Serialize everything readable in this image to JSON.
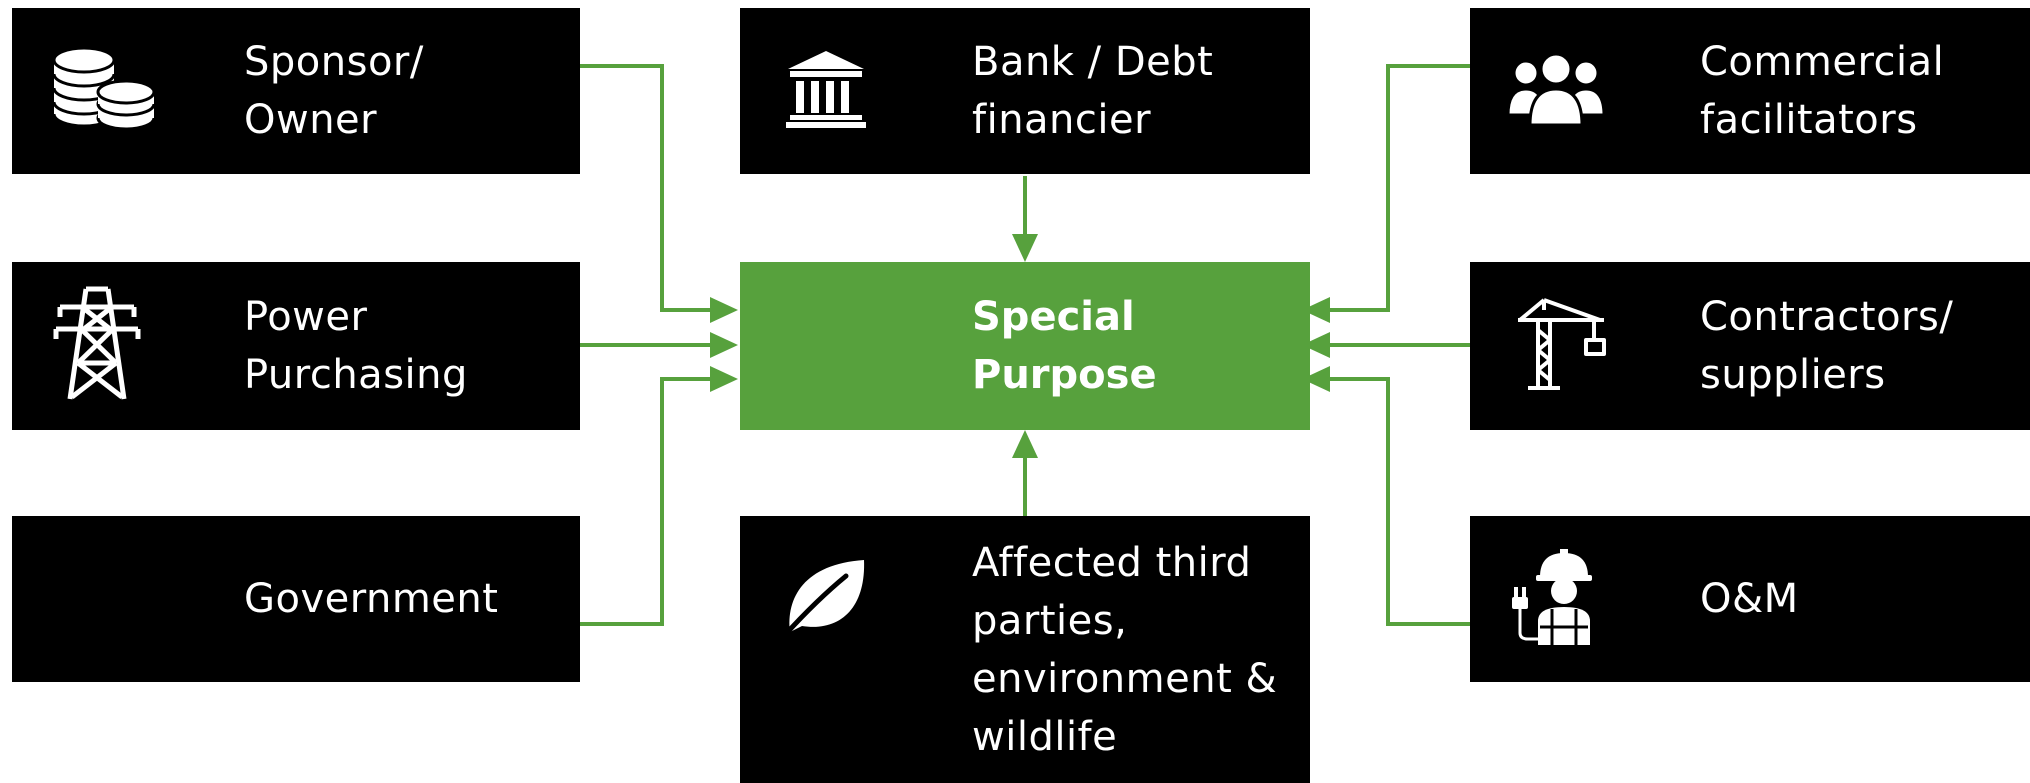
{
  "nodes": {
    "sponsor": {
      "line1": "Sponsor/",
      "line2": "Owner",
      "icon": "coins-icon"
    },
    "bank": {
      "line1": "Bank / Debt",
      "line2": "financier",
      "icon": "bank-icon"
    },
    "commercial": {
      "line1": "Commercial",
      "line2": "facilitators",
      "icon": "people-group-icon"
    },
    "power": {
      "line1": "Power",
      "line2": "Purchasing",
      "icon": "transmission-tower-icon"
    },
    "center": {
      "line1": "Special",
      "line2": "Purpose"
    },
    "contractors": {
      "line1": "Contractors/",
      "line2": "suppliers",
      "icon": "crane-icon"
    },
    "government": {
      "line1": "Government"
    },
    "affected": {
      "line1": "Affected third",
      "line2": "parties,",
      "line3": "environment &",
      "line4": "wildlife",
      "icon": "leaf-icon"
    },
    "om": {
      "line1": "O&M",
      "icon": "worker-icon"
    }
  },
  "colors": {
    "box": "#000000",
    "accent": "#57a13d",
    "text": "#ffffff",
    "background": "#ffffff"
  }
}
